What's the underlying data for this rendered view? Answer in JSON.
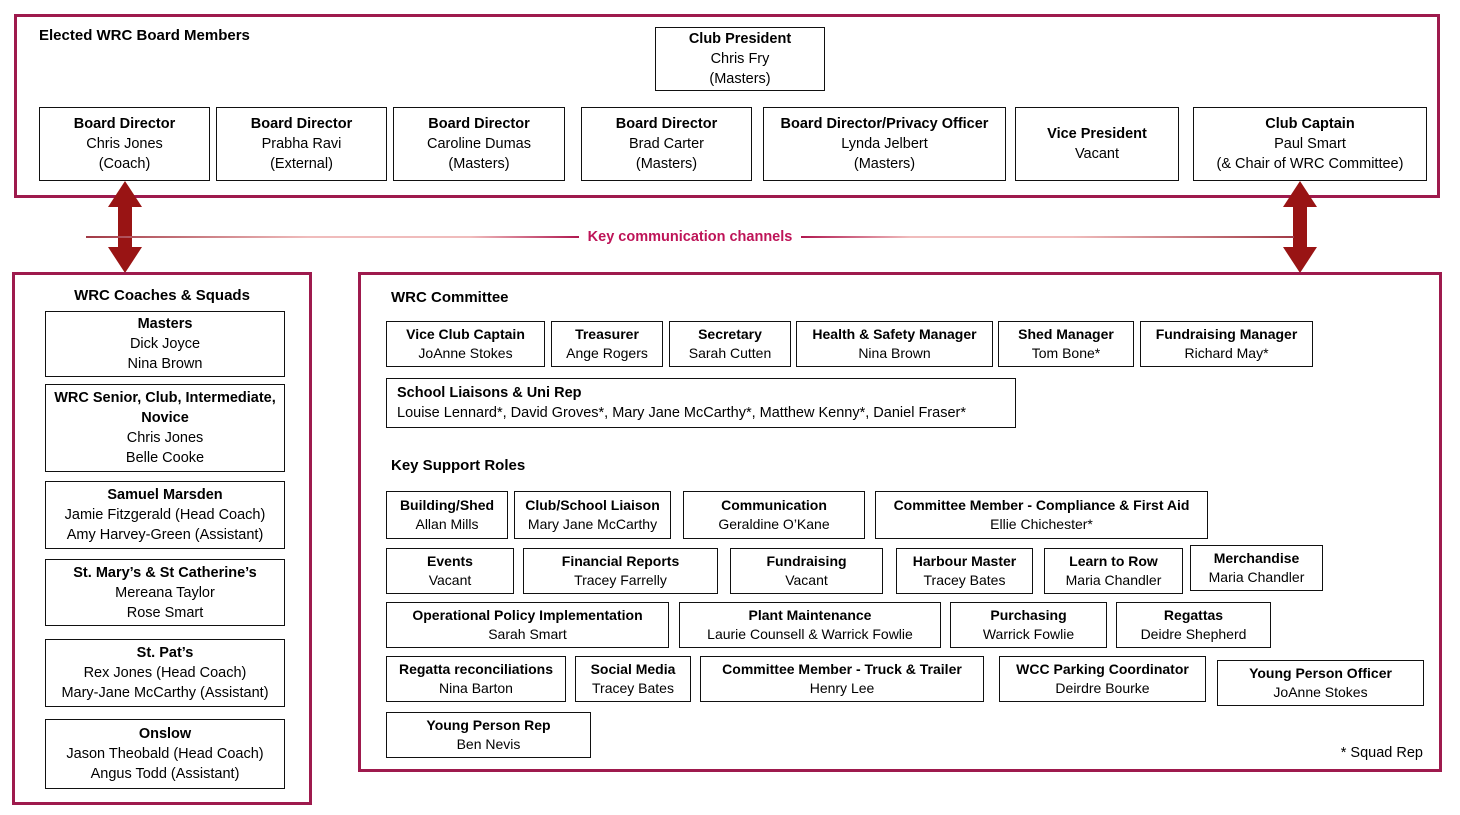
{
  "palette": {
    "container-border": "#9E1A4D",
    "node-border": "#111111",
    "arrow": "#991414",
    "channel-text": "#BE1458"
  },
  "board": {
    "section_title": "Elected WRC Board Members",
    "president": {
      "title": "Club President",
      "lines": [
        "Chris Fry",
        "(Masters)"
      ]
    },
    "members": [
      {
        "title": "Board Director",
        "lines": [
          "Chris Jones",
          "(Coach)"
        ]
      },
      {
        "title": "Board Director",
        "lines": [
          "Prabha Ravi",
          "(External)"
        ]
      },
      {
        "title": "Board Director",
        "lines": [
          "Caroline Dumas",
          "(Masters)"
        ]
      },
      {
        "title": "Board Director",
        "lines": [
          "Brad Carter",
          "(Masters)"
        ]
      },
      {
        "title": "Board Director/Privacy Officer",
        "lines": [
          "Lynda Jelbert",
          "(Masters)"
        ]
      },
      {
        "title": "Vice President",
        "lines": [
          "Vacant"
        ]
      },
      {
        "title": "Club Captain",
        "lines": [
          "Paul Smart",
          "(& Chair of WRC Committee)"
        ]
      }
    ]
  },
  "channels": {
    "label": "Key communication channels"
  },
  "coaches": {
    "section_title": "WRC Coaches & Squads",
    "squads": [
      {
        "title": "Masters",
        "lines": [
          "Dick Joyce",
          "Nina Brown"
        ]
      },
      {
        "title": "WRC Senior, Club, Intermediate, Novice",
        "lines": [
          "Chris Jones",
          "Belle Cooke"
        ]
      },
      {
        "title": "Samuel Marsden",
        "lines": [
          "Jamie Fitzgerald (Head Coach)",
          "Amy Harvey-Green (Assistant)"
        ]
      },
      {
        "title": "St. Mary’s & St Catherine’s",
        "lines": [
          "Mereana Taylor",
          "Rose Smart"
        ]
      },
      {
        "title": "St. Pat’s",
        "lines": [
          "Rex Jones (Head Coach)",
          "Mary-Jane McCarthy (Assistant)"
        ]
      },
      {
        "title": "Onslow",
        "lines": [
          "Jason Theobald (Head Coach)",
          "Angus Todd (Assistant)"
        ]
      }
    ]
  },
  "committee": {
    "section_title": "WRC Committee",
    "officers": [
      {
        "title": "Vice Club Captain",
        "lines": [
          "JoAnne Stokes"
        ]
      },
      {
        "title": "Treasurer",
        "lines": [
          "Ange Rogers"
        ]
      },
      {
        "title": "Secretary",
        "lines": [
          "Sarah Cutten"
        ]
      },
      {
        "title": "Health & Safety Manager",
        "lines": [
          "Nina Brown"
        ]
      },
      {
        "title": "Shed Manager",
        "lines": [
          "Tom Bone*"
        ]
      },
      {
        "title": "Fundraising Manager",
        "lines": [
          "Richard May*"
        ]
      }
    ],
    "liaisons": {
      "title": "School Liaisons & Uni Rep",
      "names": "Louise Lennard*, David Groves*, Mary Jane McCarthy*, Matthew Kenny*, Daniel Fraser*"
    },
    "support_title": "Key Support Roles",
    "support_rows": [
      [
        {
          "title": "Building/Shed",
          "lines": [
            "Allan Mills"
          ]
        },
        {
          "title": "Club/School Liaison",
          "lines": [
            "Mary Jane McCarthy"
          ]
        },
        {
          "title": "Communication",
          "lines": [
            "Geraldine O’Kane"
          ]
        },
        {
          "title": "Committee Member - Compliance & First Aid",
          "lines": [
            "Ellie Chichester*"
          ]
        }
      ],
      [
        {
          "title": "Events",
          "lines": [
            "Vacant"
          ]
        },
        {
          "title": "Financial Reports",
          "lines": [
            "Tracey Farrelly"
          ]
        },
        {
          "title": "Fundraising",
          "lines": [
            "Vacant"
          ]
        },
        {
          "title": "Harbour Master",
          "lines": [
            "Tracey Bates"
          ]
        },
        {
          "title": "Learn to Row",
          "lines": [
            "Maria Chandler"
          ]
        },
        {
          "title": "Merchandise",
          "lines": [
            "Maria Chandler"
          ]
        }
      ],
      [
        {
          "title": "Operational Policy Implementation",
          "lines": [
            "Sarah Smart"
          ]
        },
        {
          "title": "Plant Maintenance",
          "lines": [
            "Laurie Counsell & Warrick Fowlie"
          ]
        },
        {
          "title": "Purchasing",
          "lines": [
            "Warrick Fowlie"
          ]
        },
        {
          "title": "Regattas",
          "lines": [
            "Deidre Shepherd"
          ]
        }
      ],
      [
        {
          "title": "Regatta reconciliations",
          "lines": [
            "Nina Barton"
          ]
        },
        {
          "title": "Social Media",
          "lines": [
            "Tracey Bates"
          ]
        },
        {
          "title": "Committee Member - Truck & Trailer",
          "lines": [
            "Henry Lee"
          ]
        },
        {
          "title": "WCC Parking Coordinator",
          "lines": [
            "Deirdre Bourke"
          ]
        },
        {
          "title": "Young Person Officer",
          "lines": [
            "JoAnne Stokes"
          ]
        }
      ],
      [
        {
          "title": "Young Person Rep",
          "lines": [
            "Ben Nevis"
          ]
        }
      ]
    ],
    "footnote": "* Squad Rep"
  }
}
